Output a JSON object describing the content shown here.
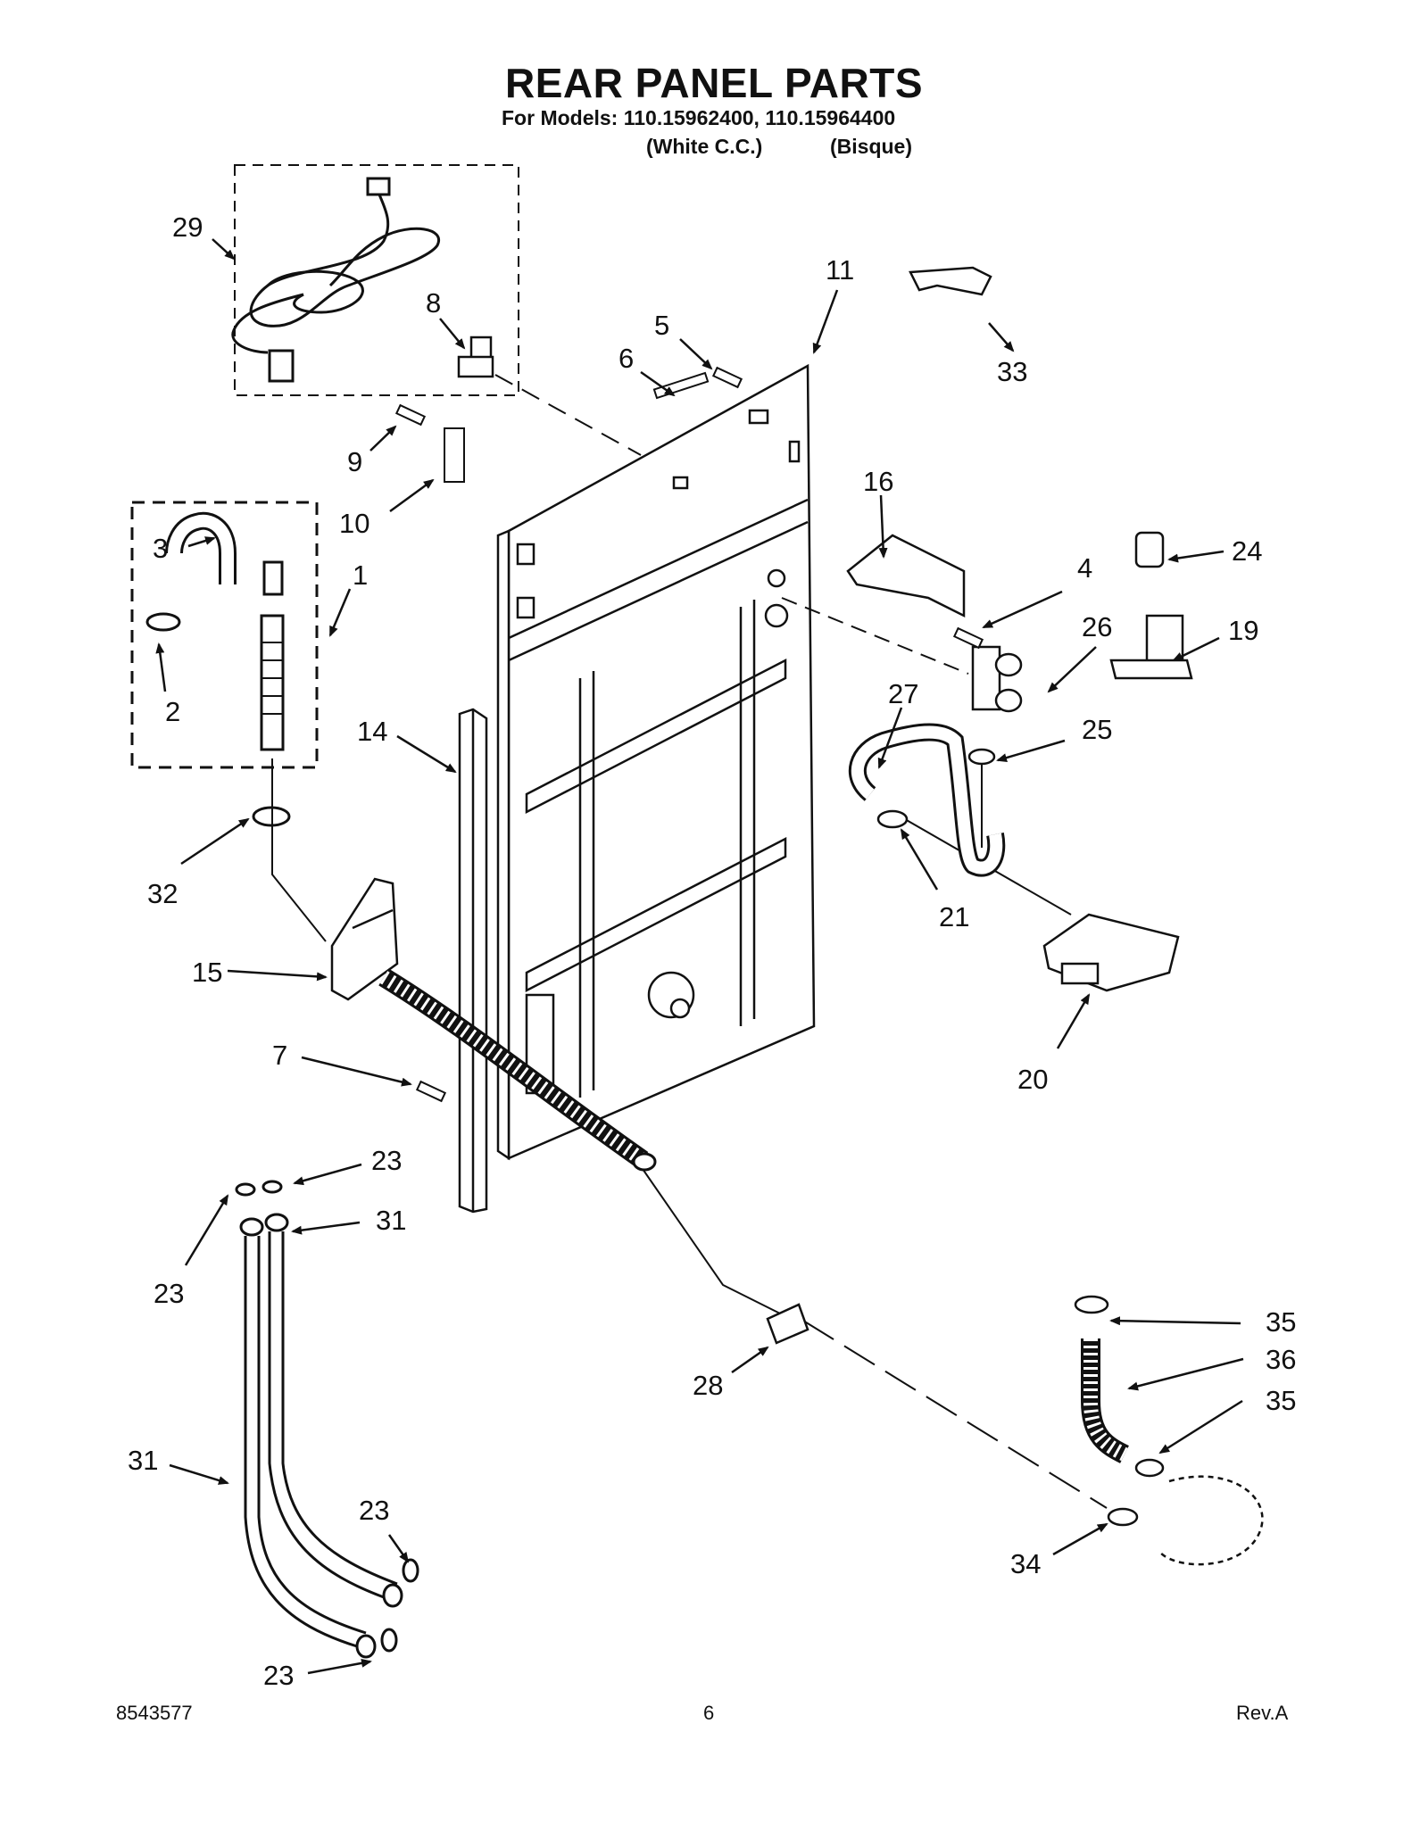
{
  "header": {
    "title": "REAR PANEL PARTS",
    "models_line": "For Models: 110.15962400, 110.15964400",
    "color_a": "(White C.C.)",
    "color_b": "(Bisque)"
  },
  "callouts": [
    {
      "id": "c29",
      "label": "29"
    },
    {
      "id": "c8",
      "label": "8"
    },
    {
      "id": "c11",
      "label": "11"
    },
    {
      "id": "c5",
      "label": "5"
    },
    {
      "id": "c6",
      "label": "6"
    },
    {
      "id": "c33",
      "label": "33"
    },
    {
      "id": "c9",
      "label": "9"
    },
    {
      "id": "c10",
      "label": "10"
    },
    {
      "id": "c3",
      "label": "3"
    },
    {
      "id": "c1",
      "label": "1"
    },
    {
      "id": "c2",
      "label": "2"
    },
    {
      "id": "c16",
      "label": "16"
    },
    {
      "id": "c24",
      "label": "24"
    },
    {
      "id": "c4",
      "label": "4"
    },
    {
      "id": "c26",
      "label": "26"
    },
    {
      "id": "c19",
      "label": "19"
    },
    {
      "id": "c27",
      "label": "27"
    },
    {
      "id": "c25",
      "label": "25"
    },
    {
      "id": "c14",
      "label": "14"
    },
    {
      "id": "c32",
      "label": "32"
    },
    {
      "id": "c21",
      "label": "21"
    },
    {
      "id": "c15",
      "label": "15"
    },
    {
      "id": "c20",
      "label": "20"
    },
    {
      "id": "c7",
      "label": "7"
    },
    {
      "id": "c23a",
      "label": "23"
    },
    {
      "id": "c31a",
      "label": "31"
    },
    {
      "id": "c23b",
      "label": "23"
    },
    {
      "id": "c35a",
      "label": "35"
    },
    {
      "id": "c36",
      "label": "36"
    },
    {
      "id": "c28",
      "label": "28"
    },
    {
      "id": "c35b",
      "label": "35"
    },
    {
      "id": "c31b",
      "label": "31"
    },
    {
      "id": "c23c",
      "label": "23"
    },
    {
      "id": "c34",
      "label": "34"
    },
    {
      "id": "c23d",
      "label": "23"
    }
  ],
  "footer": {
    "part_number": "8543577",
    "page": "6",
    "revision": "Rev.A"
  }
}
